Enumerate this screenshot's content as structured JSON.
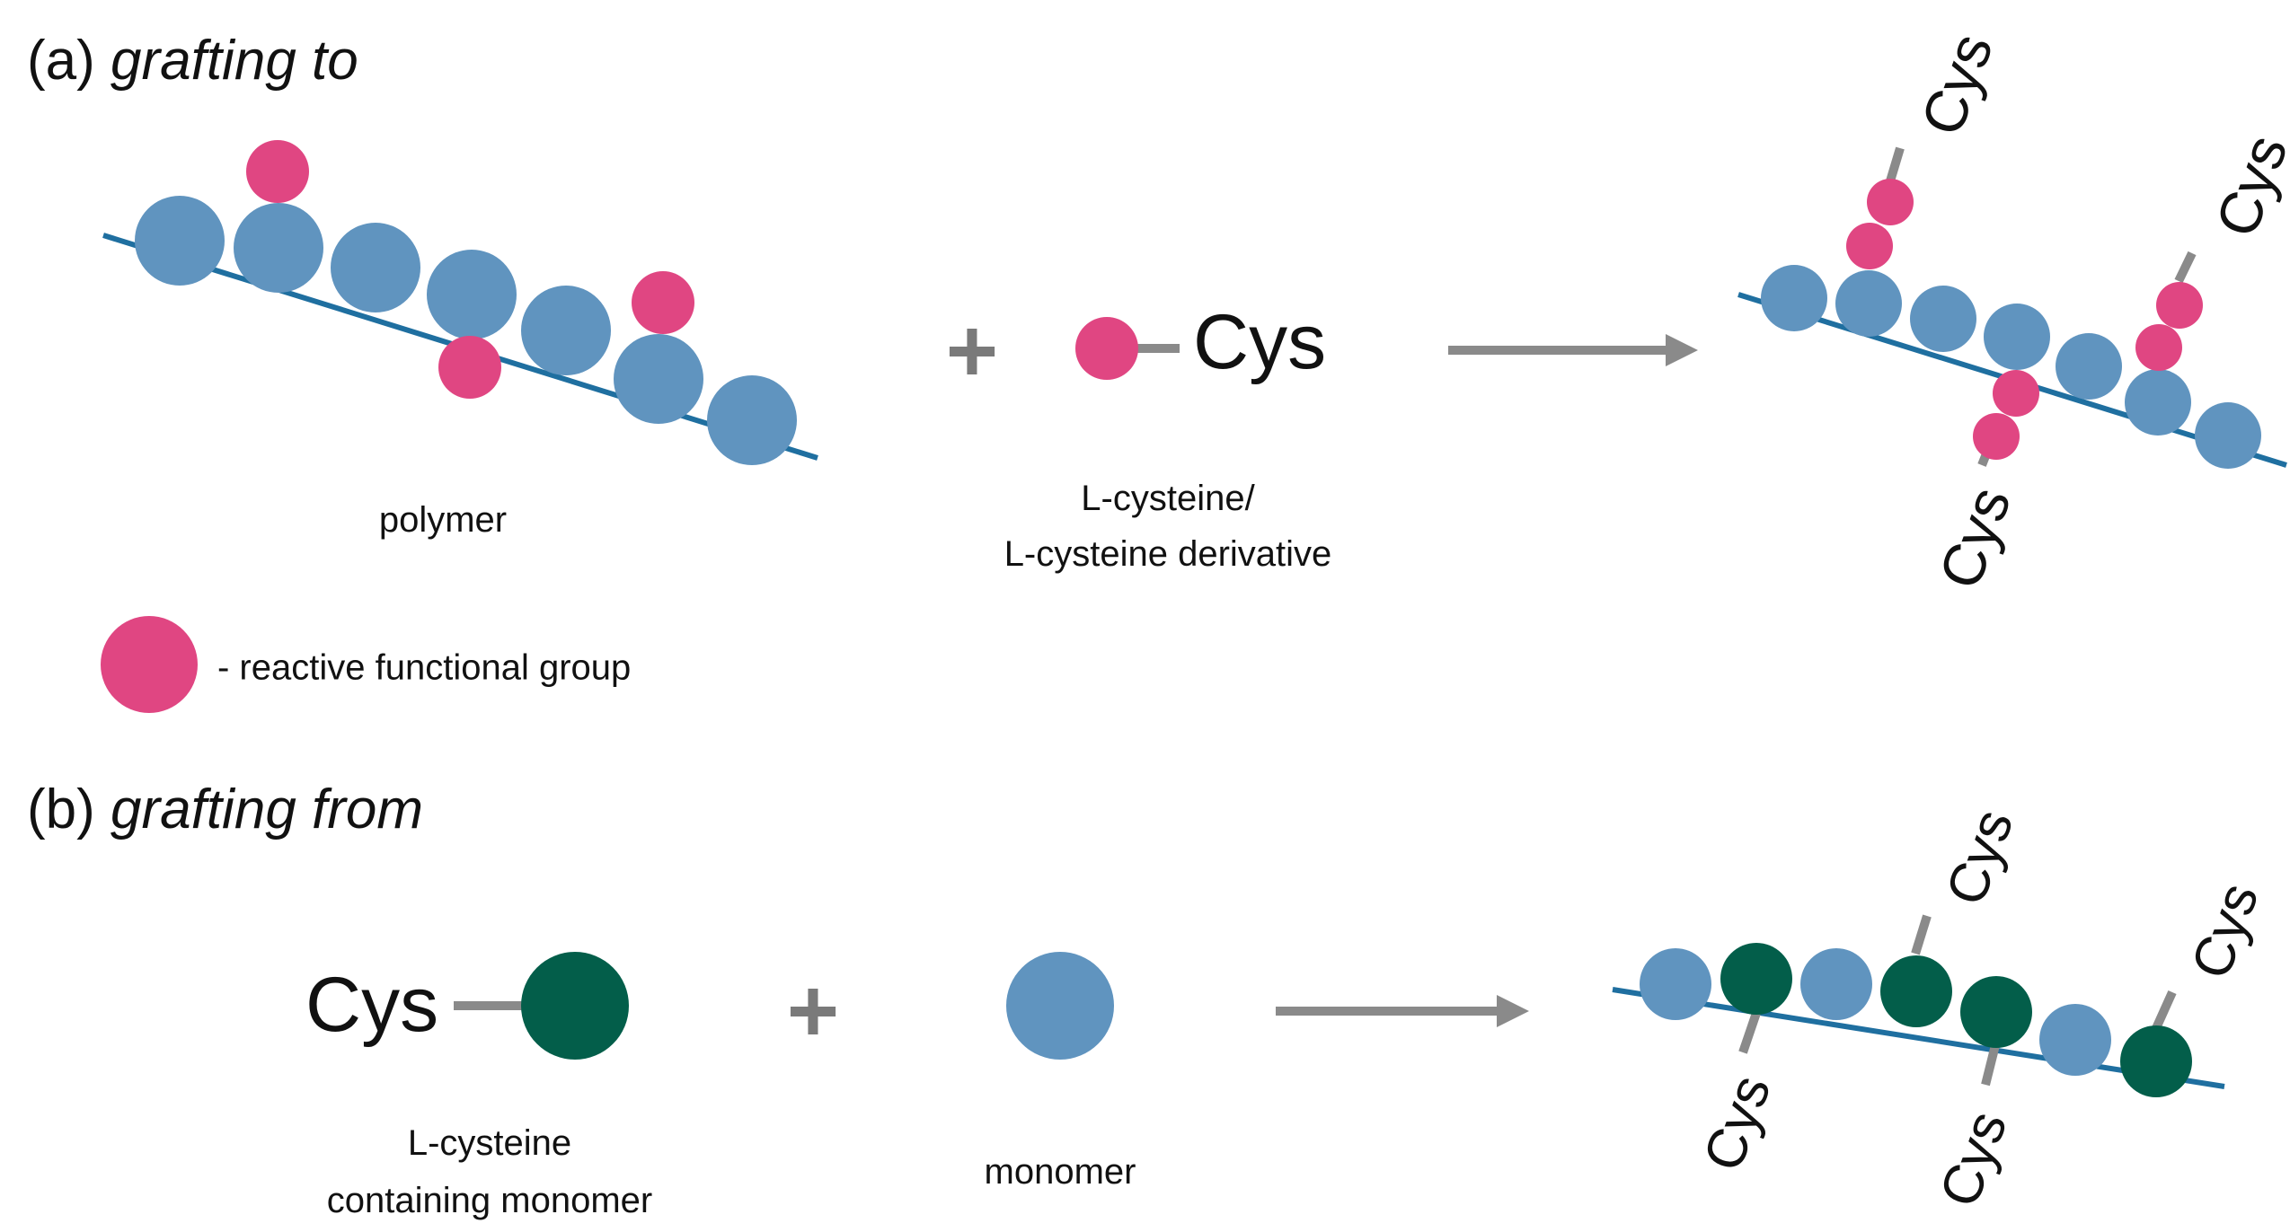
{
  "colors": {
    "monomer_blue": "#6094bf",
    "reactive_pink": "#e04682",
    "cys_monomer_green": "#035e4a",
    "backbone": "#1f6fa0",
    "arrow_gray": "#8a8a8a"
  },
  "panel_a": {
    "label": "(a) ",
    "title": "grafting to",
    "polymer_caption": "polymer",
    "reagent_caption_line1": "L-cysteine/",
    "reagent_caption_line2": "L-cysteine derivative",
    "reagent_symbol": "Cys",
    "plus": "+",
    "legend_text": "- reactive functional group",
    "product_labels": [
      "Cys",
      "Cys",
      "Cys"
    ]
  },
  "panel_b": {
    "label": "(b) ",
    "title": "grafting from",
    "reagent_symbol": "Cys",
    "reagent_caption_line1": "L-cysteine",
    "reagent_caption_line2": "containing monomer",
    "plus": "+",
    "monomer_caption": "monomer",
    "product_labels": [
      "Cys",
      "Cys",
      "Cys",
      "Cys"
    ]
  }
}
